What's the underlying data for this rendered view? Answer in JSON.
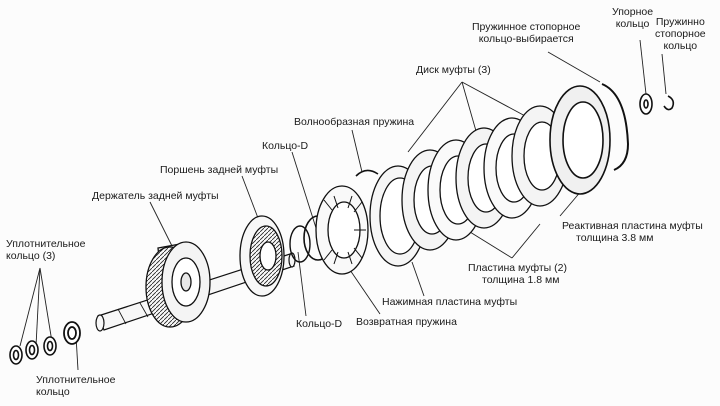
{
  "labels": {
    "spring_snap_select": [
      "Пружинное стопорное",
      "кольцо-выбирается"
    ],
    "thrust_ring": [
      "Упорное",
      "кольцо"
    ],
    "spring_snap": [
      "Пружинно",
      "стопорное",
      "кольцо"
    ],
    "clutch_disc": "Диск муфты (3)",
    "wave_spring": "Волнообразная пружина",
    "d_ring_top": "Кольцо-D",
    "rear_piston": "Поршень задней муфты",
    "rear_holder": "Держатель задней муфты",
    "seal_rings": [
      "Уплотнительное",
      "кольцо (3)"
    ],
    "seal_ring": [
      "Уплотнительное",
      "кольцо"
    ],
    "d_ring_bottom": "Кольцо-D",
    "return_spring": "Возвратная пружина",
    "pressure_plate": "Нажимная пластина муфты",
    "clutch_plate": [
      "Пластина муфты (2)",
      "толщина 1.8 мм"
    ],
    "reaction_plate": [
      "Реактивная пластина муфты",
      "толщина 3.8 мм"
    ]
  }
}
